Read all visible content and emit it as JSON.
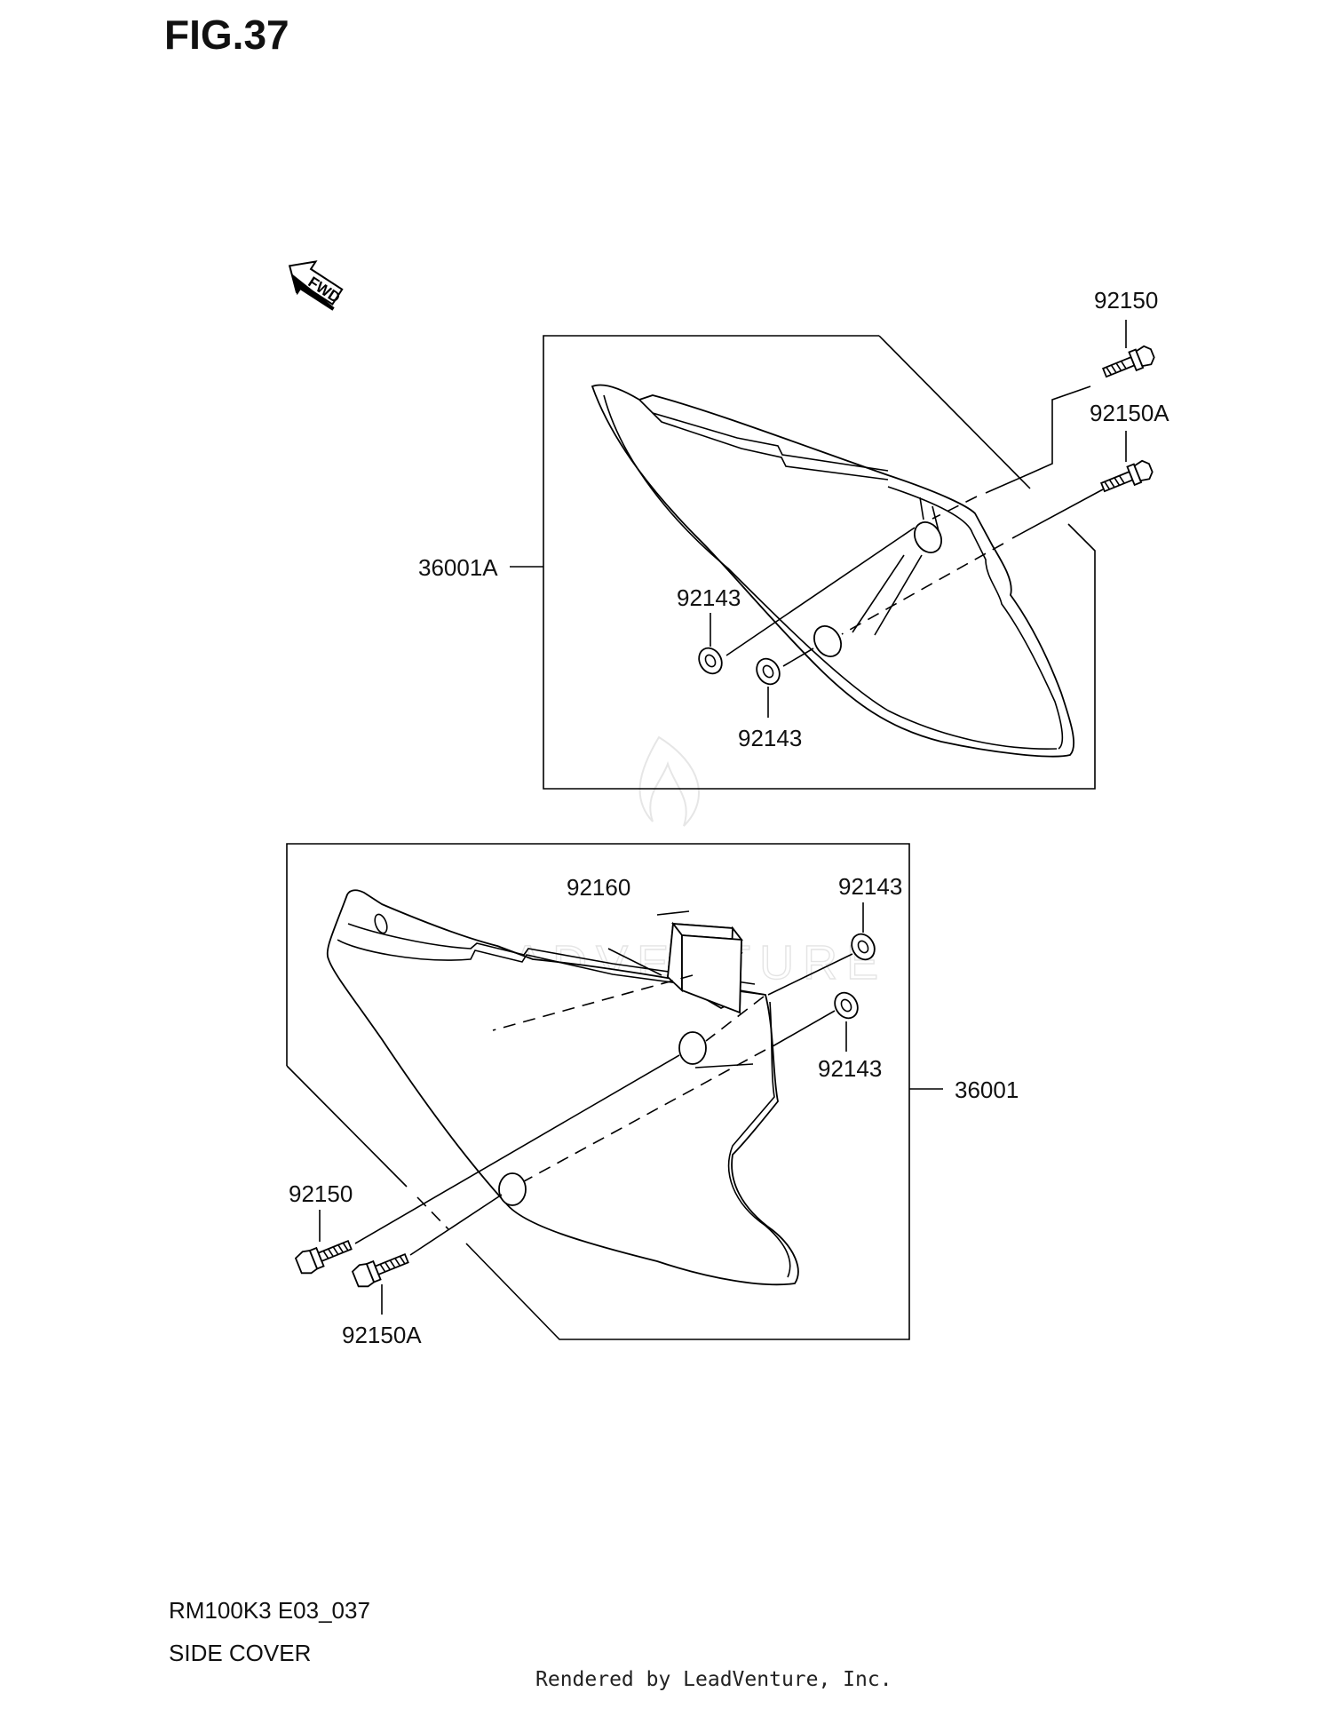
{
  "figure": {
    "title": "FIG.37"
  },
  "direction": {
    "label": "FWD"
  },
  "watermark": {
    "text": "LEADVENTURE"
  },
  "upper_group": {
    "assembly": "36001A",
    "bolt": "92150",
    "bolt_a": "92150A",
    "grommet_1": "92143",
    "grommet_2": "92143"
  },
  "lower_group": {
    "assembly": "36001",
    "emblem": "92160",
    "grommet_1": "92143",
    "grommet_2": "92143",
    "bolt": "92150",
    "bolt_a": "92150A"
  },
  "footer": {
    "model_code": "RM100K3 E03_037",
    "section_name": "SIDE COVER",
    "credit": "Rendered by LeadVenture, Inc."
  }
}
